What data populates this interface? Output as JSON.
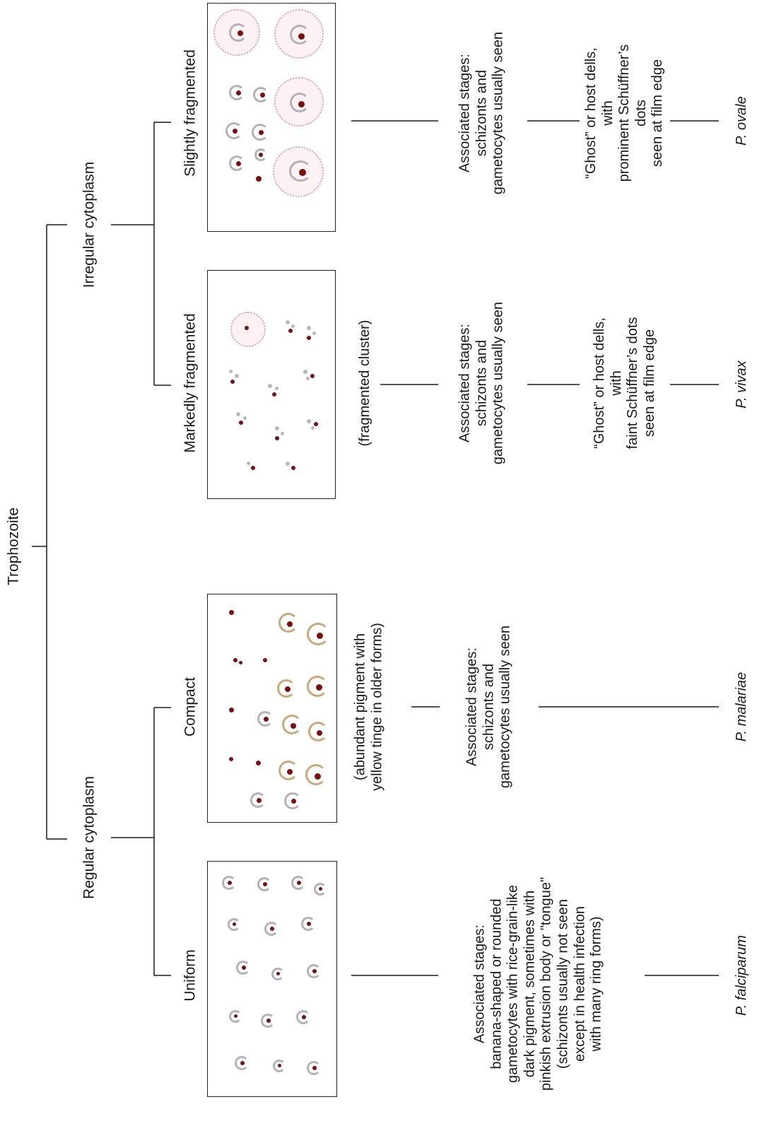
{
  "root": {
    "label": "Trophozoite"
  },
  "branches": [
    {
      "id": "regular",
      "label": "Regular cytoplasm"
    },
    {
      "id": "irregular",
      "label": "Irregular cytoplasm"
    }
  ],
  "leaves": [
    {
      "id": "uniform",
      "label": "Uniform",
      "note": "",
      "stages": "Associated stages:\nbanana-shaped or rounded\ngametocytes with rice-grain-like\ndark pigment, sometimes with\npinkish extrusion body or \"tongue\"\n(schizonts usually not seen\nexcept in health infection\nwith many ring forms)",
      "host": "",
      "species": "P. falciparum"
    },
    {
      "id": "compact",
      "label": "Compact",
      "note": "(abundant pigment with\nyellow tinge in older forms)",
      "stages": "Associated stages:\nschizonts and\ngametocytes usually seen",
      "host": "",
      "species": "P. malariae"
    },
    {
      "id": "markedly",
      "label": "Markedly fragmented",
      "note": "(fragmented cluster)",
      "stages": "Associated stages:\nschizonts and\ngametocytes usually seen",
      "host": "“Ghost” or host dells, with\nfaint Schüffner’s dots\nseen at film edge",
      "species": "P. vivax"
    },
    {
      "id": "slightly",
      "label": "Slightly fragmented",
      "note": "",
      "stages": "Associated stages:\nschizonts and\ngametocytes usually seen",
      "host": "“Ghost” or host dells, with\nprominent Schüffner’s dots\nseen at film edge",
      "species": "P. ovale"
    }
  ],
  "colors": {
    "line": "#1a1a1a",
    "nucleus": "#7a1010",
    "cytoplasm": "#b7b0b6",
    "pigment_yellow": "#c9a87c",
    "schuffner_dots": "#d8a2b0"
  }
}
